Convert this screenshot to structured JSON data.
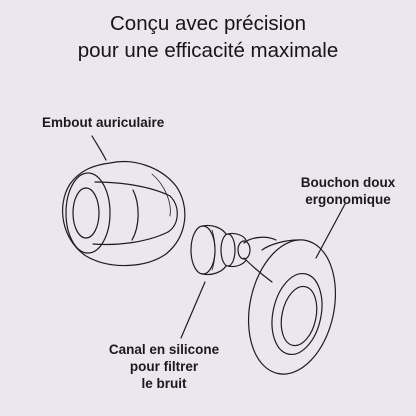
{
  "header": {
    "title_line1": "Conçu avec précision",
    "title_line2": "pour une efficacité maximale"
  },
  "labels": {
    "embout": "Embout auriculaire",
    "bouchon_line1": "Bouchon doux",
    "bouchon_line2": "ergonomique",
    "canal_line1": "Canal en silicone",
    "canal_line2": "pour filtrer",
    "canal_line3": "le bruit"
  },
  "colors": {
    "background": "#ece6ef",
    "stroke": "#1d1d1d"
  }
}
